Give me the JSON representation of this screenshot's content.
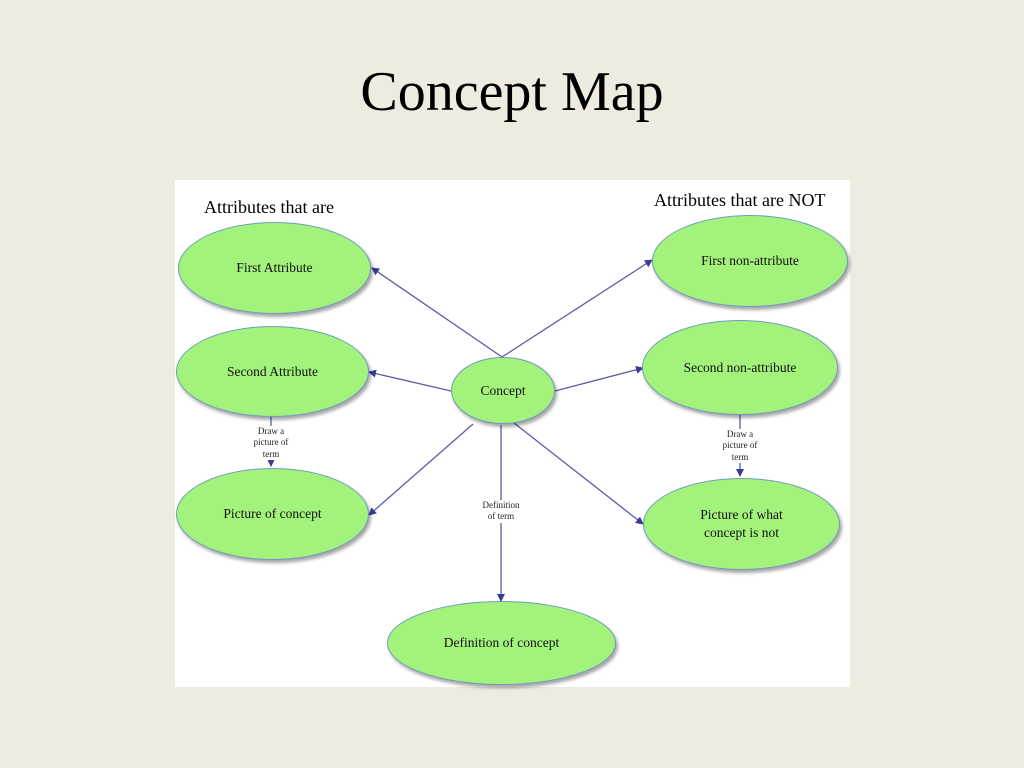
{
  "title": "Concept Map",
  "headings": {
    "left": "Attributes that are",
    "right": "Attributes that are NOT"
  },
  "nodes": {
    "first_attribute": "First Attribute",
    "second_attribute": "Second Attribute",
    "picture_of_concept": "Picture of concept",
    "concept": "Concept",
    "definition_of_concept": "Definition of concept",
    "first_non_attribute": "First non-attribute",
    "second_non_attribute": "Second non-attribute",
    "picture_of_what_not": "Picture of what concept is not"
  },
  "edge_labels": {
    "draw_left": "Draw a\npicture of\nterm",
    "draw_right": "Draw a\npicture of\nterm",
    "definition": "Definition\nof  term"
  },
  "colors": {
    "node_fill": "#a3f27b",
    "node_border": "#6f9cc0",
    "edge": "#5a5aa8",
    "background": "#eeebe0"
  }
}
